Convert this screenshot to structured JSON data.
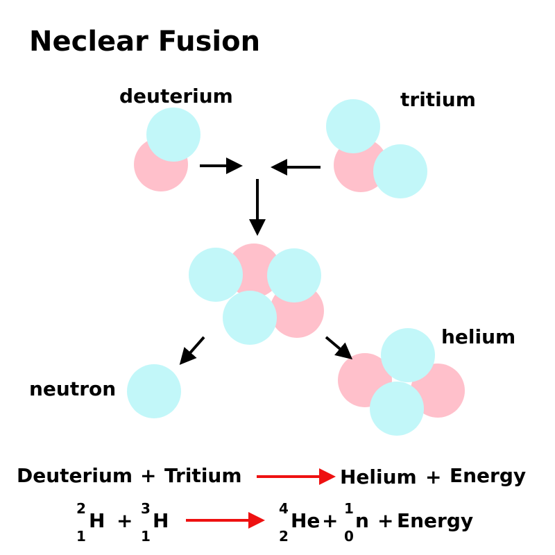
{
  "title": "Neclear  Fusion",
  "labels": {
    "deuterium": "deuterium",
    "tritium": "tritium",
    "helium": "helium",
    "neutron": "neutron"
  },
  "word_equation": {
    "reactant1": "Deuterium",
    "plus1": "+",
    "reactant2": "Tritium",
    "product1": "Helium",
    "plus2": "+",
    "product2": "Energy"
  },
  "symbol_equation": {
    "h2_mass": "2",
    "h2_atomic": "1",
    "h2_symbol": "H",
    "plus1": "+",
    "h3_mass": "3",
    "h3_atomic": "1",
    "h3_symbol": "H",
    "he_mass": "4",
    "he_atomic": "2",
    "he_symbol": "He",
    "plus2": "+",
    "n_mass": "1",
    "n_atomic": "0",
    "n_symbol": "n",
    "plus3": "+",
    "energy": "Energy"
  },
  "colors": {
    "neutron": "#c2f7f9",
    "proton": "#ffc0cb",
    "arrow": "#000000",
    "reaction_arrow": "#ee1111"
  }
}
